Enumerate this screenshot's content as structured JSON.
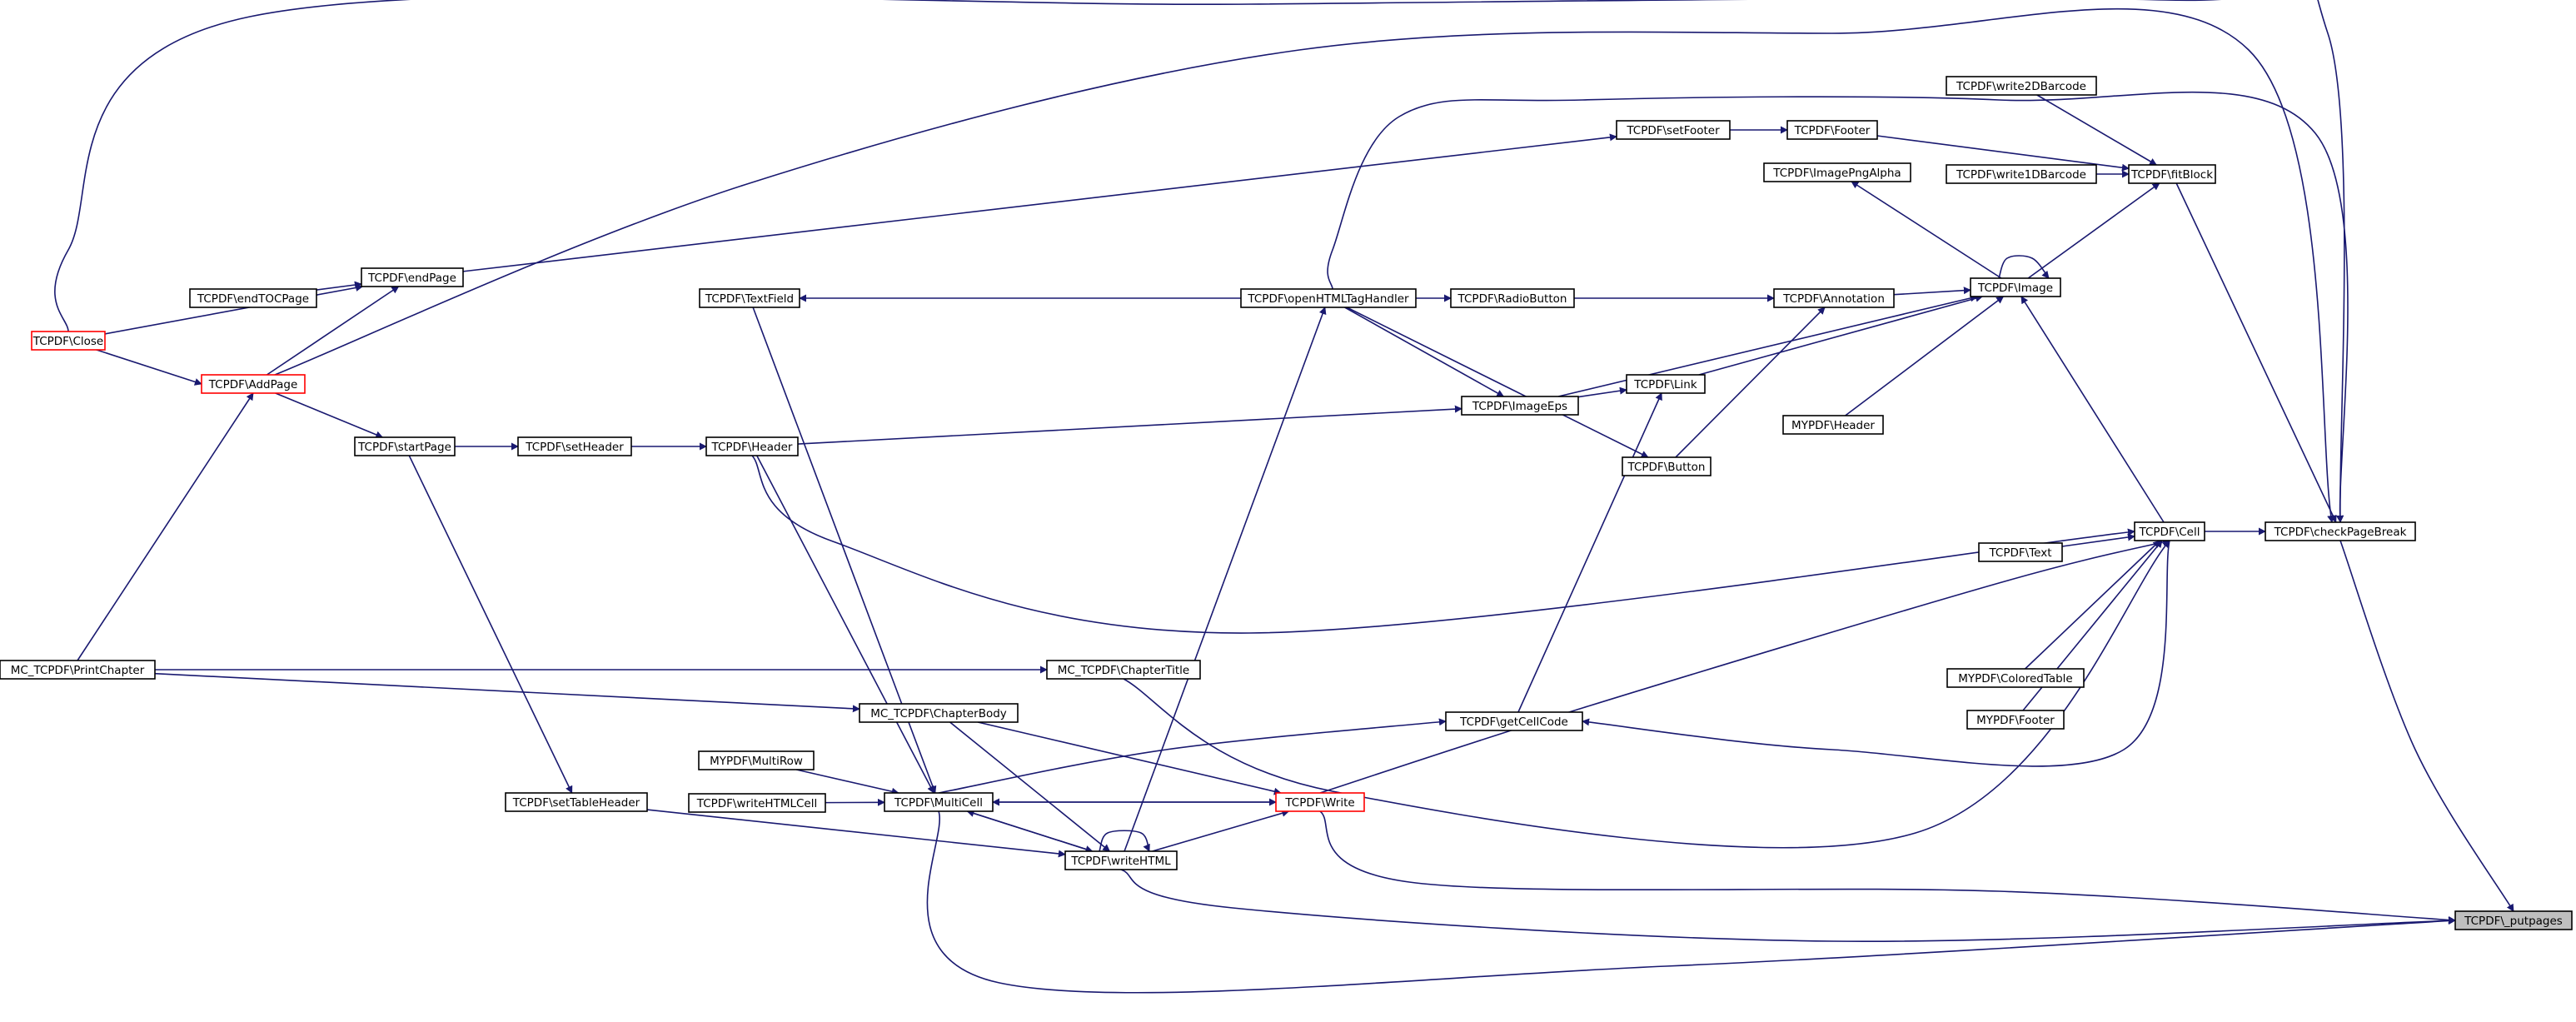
{
  "graph": {
    "focus_node": "TCPDF\\_putpages",
    "colors": {
      "edge": "#191970",
      "node_border": "#000000",
      "truncated_node_border": "#ff0000",
      "focus_fill": "#bfbfbf"
    },
    "nodes": [
      {
        "id": "putpages",
        "label": "TCPDF\\_putpages",
        "style": "focus"
      },
      {
        "id": "checkPageBreak",
        "label": "TCPDF\\checkPageBreak"
      },
      {
        "id": "Cell",
        "label": "TCPDF\\Cell"
      },
      {
        "id": "fitBlock",
        "label": "TCPDF\\fitBlock"
      },
      {
        "id": "write2DBarcode",
        "label": "TCPDF\\write2DBarcode"
      },
      {
        "id": "write1DBarcode",
        "label": "TCPDF\\write1DBarcode"
      },
      {
        "id": "Footer",
        "label": "TCPDF\\Footer"
      },
      {
        "id": "setFooter",
        "label": "TCPDF\\setFooter"
      },
      {
        "id": "ImagePngAlpha",
        "label": "TCPDF\\ImagePngAlpha"
      },
      {
        "id": "Image",
        "label": "TCPDF\\Image"
      },
      {
        "id": "Annotation",
        "label": "TCPDF\\Annotation"
      },
      {
        "id": "RadioButton",
        "label": "TCPDF\\RadioButton"
      },
      {
        "id": "openHTMLTagHandler",
        "label": "TCPDF\\openHTMLTagHandler"
      },
      {
        "id": "TextField",
        "label": "TCPDF\\TextField"
      },
      {
        "id": "Link",
        "label": "TCPDF\\Link"
      },
      {
        "id": "ImageEps",
        "label": "TCPDF\\ImageEps"
      },
      {
        "id": "MYPDFHeader",
        "label": "MYPDF\\Header"
      },
      {
        "id": "Button",
        "label": "TCPDF\\Button"
      },
      {
        "id": "Text",
        "label": "TCPDF\\Text"
      },
      {
        "id": "ColoredTable",
        "label": "MYPDF\\ColoredTable"
      },
      {
        "id": "MYPDFFooter",
        "label": "MYPDF\\Footer"
      },
      {
        "id": "endPage",
        "label": "TCPDF\\endPage"
      },
      {
        "id": "endTOCPage",
        "label": "TCPDF\\endTOCPage"
      },
      {
        "id": "Close",
        "label": "TCPDF\\Close",
        "style": "truncated"
      },
      {
        "id": "AddPage",
        "label": "TCPDF\\AddPage",
        "style": "truncated"
      },
      {
        "id": "startPage",
        "label": "TCPDF\\startPage"
      },
      {
        "id": "setHeader",
        "label": "TCPDF\\setHeader"
      },
      {
        "id": "Header",
        "label": "TCPDF\\Header"
      },
      {
        "id": "PrintChapter",
        "label": "MC_TCPDF\\PrintChapter"
      },
      {
        "id": "ChapterTitle",
        "label": "MC_TCPDF\\ChapterTitle"
      },
      {
        "id": "ChapterBody",
        "label": "MC_TCPDF\\ChapterBody"
      },
      {
        "id": "getCellCode",
        "label": "TCPDF\\getCellCode"
      },
      {
        "id": "MultiRow",
        "label": "MYPDF\\MultiRow"
      },
      {
        "id": "writeHTMLCell",
        "label": "TCPDF\\writeHTMLCell"
      },
      {
        "id": "MultiCell",
        "label": "TCPDF\\MultiCell"
      },
      {
        "id": "Write",
        "label": "TCPDF\\Write",
        "style": "truncated"
      },
      {
        "id": "setTableHeader",
        "label": "TCPDF\\setTableHeader"
      },
      {
        "id": "writeHTML",
        "label": "TCPDF\\writeHTML"
      }
    ],
    "edges": [
      {
        "from": "checkPageBreak",
        "to": "putpages"
      },
      {
        "from": "Write",
        "to": "putpages"
      },
      {
        "from": "writeHTML",
        "to": "putpages"
      },
      {
        "from": "MultiCell",
        "to": "putpages"
      },
      {
        "from": "Cell",
        "to": "checkPageBreak"
      },
      {
        "from": "fitBlock",
        "to": "checkPageBreak"
      },
      {
        "from": "AddPage",
        "to": "checkPageBreak"
      },
      {
        "from": "openHTMLTagHandler",
        "to": "checkPageBreak"
      },
      {
        "from": "Close",
        "to": "checkPageBreak"
      },
      {
        "from": "write2DBarcode",
        "to": "fitBlock"
      },
      {
        "from": "write1DBarcode",
        "to": "fitBlock"
      },
      {
        "from": "Footer",
        "to": "fitBlock"
      },
      {
        "from": "setFooter",
        "to": "Footer"
      },
      {
        "from": "endPage",
        "to": "setFooter"
      },
      {
        "from": "Image",
        "to": "fitBlock"
      },
      {
        "from": "Image",
        "to": "ImagePngAlpha"
      },
      {
        "from": "Image",
        "to": "Image"
      },
      {
        "from": "Annotation",
        "to": "Image"
      },
      {
        "from": "Link",
        "to": "Image"
      },
      {
        "from": "ImageEps",
        "to": "Image"
      },
      {
        "from": "MYPDFHeader",
        "to": "Image"
      },
      {
        "from": "RadioButton",
        "to": "Annotation"
      },
      {
        "from": "openHTMLTagHandler",
        "to": "TextField"
      },
      {
        "from": "openHTMLTagHandler",
        "to": "RadioButton"
      },
      {
        "from": "openHTMLTagHandler",
        "to": "ImageEps"
      },
      {
        "from": "ImageEps",
        "to": "Link"
      },
      {
        "from": "Button",
        "to": "Annotation"
      },
      {
        "from": "openHTMLTagHandler",
        "to": "Button"
      },
      {
        "from": "Header",
        "to": "ImageEps"
      },
      {
        "from": "setHeader",
        "to": "Header"
      },
      {
        "from": "startPage",
        "to": "setHeader"
      },
      {
        "from": "AddPage",
        "to": "startPage"
      },
      {
        "from": "AddPage",
        "to": "endPage"
      },
      {
        "from": "endTOCPage",
        "to": "endPage"
      },
      {
        "from": "Close",
        "to": "endPage"
      },
      {
        "from": "Close",
        "to": "AddPage"
      },
      {
        "from": "PrintChapter",
        "to": "AddPage"
      },
      {
        "from": "PrintChapter",
        "to": "ChapterTitle"
      },
      {
        "from": "PrintChapter",
        "to": "ChapterBody"
      },
      {
        "from": "startPage",
        "to": "setTableHeader"
      },
      {
        "from": "Text",
        "to": "Cell"
      },
      {
        "from": "ColoredTable",
        "to": "Cell"
      },
      {
        "from": "MYPDFFooter",
        "to": "Cell"
      },
      {
        "from": "Cell",
        "to": "Image"
      },
      {
        "from": "Cell",
        "to": "getCellCode"
      },
      {
        "from": "Header",
        "to": "Cell"
      },
      {
        "from": "Write",
        "to": "Cell"
      },
      {
        "from": "ChapterTitle",
        "to": "Cell"
      },
      {
        "from": "getCellCode",
        "to": "Link"
      },
      {
        "from": "MultiCell",
        "to": "getCellCode"
      },
      {
        "from": "ChapterBody",
        "to": "Write"
      },
      {
        "from": "MultiRow",
        "to": "MultiCell"
      },
      {
        "from": "writeHTMLCell",
        "to": "MultiCell"
      },
      {
        "from": "Header",
        "to": "MultiCell"
      },
      {
        "from": "TextField",
        "to": "MultiCell"
      },
      {
        "from": "writeHTML",
        "to": "MultiCell"
      },
      {
        "from": "MultiCell",
        "to": "writeHTML"
      },
      {
        "from": "writeHTML",
        "to": "writeHTML"
      },
      {
        "from": "ChapterBody",
        "to": "writeHTML"
      },
      {
        "from": "setTableHeader",
        "to": "writeHTML"
      },
      {
        "from": "writeHTML",
        "to": "Write"
      },
      {
        "from": "MultiCell",
        "to": "Write"
      },
      {
        "from": "writeHTML",
        "to": "openHTMLTagHandler"
      },
      {
        "from": "Write",
        "to": "MultiCell"
      }
    ]
  }
}
